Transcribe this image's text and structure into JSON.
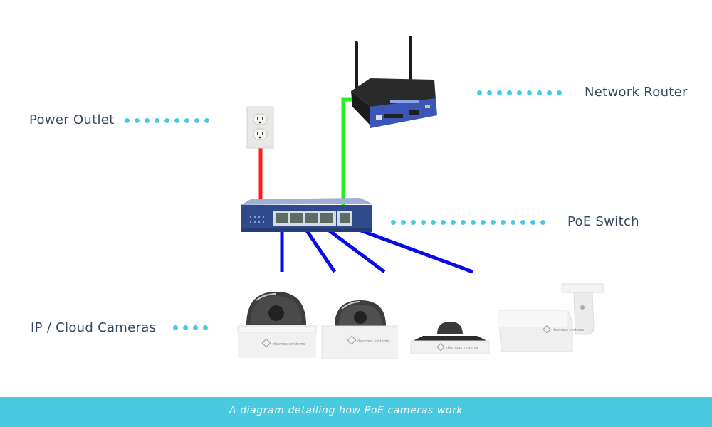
{
  "labels": {
    "power_outlet": "Power Outlet",
    "network_router": "Network Router",
    "poe_switch": "PoE Switch",
    "cameras": "IP / Cloud Cameras"
  },
  "caption": "A diagram detailing how PoE cameras work",
  "devices": {
    "outlet": "power-outlet-icon",
    "router": "wireless-router-icon",
    "switch": "poe-switch-icon",
    "cameras": [
      "dome-camera-icon",
      "dome-camera-icon",
      "fisheye-camera-icon",
      "bullet-camera-icon"
    ]
  },
  "camera_brand": "rhombus systems",
  "cables": {
    "power": {
      "from": "Power Outlet",
      "to": "PoE Switch",
      "color": "#ff1a1a"
    },
    "uplink": {
      "from": "Network Router",
      "to": "PoE Switch",
      "color": "#22ee22"
    },
    "poe": {
      "from": "PoE Switch",
      "to": "IP / Cloud Cameras",
      "count": 4,
      "color": "#0a0ae6"
    }
  },
  "colors": {
    "accent": "#48cae0",
    "label_text": "#34495e",
    "switch_body": "#2f4a8a"
  }
}
